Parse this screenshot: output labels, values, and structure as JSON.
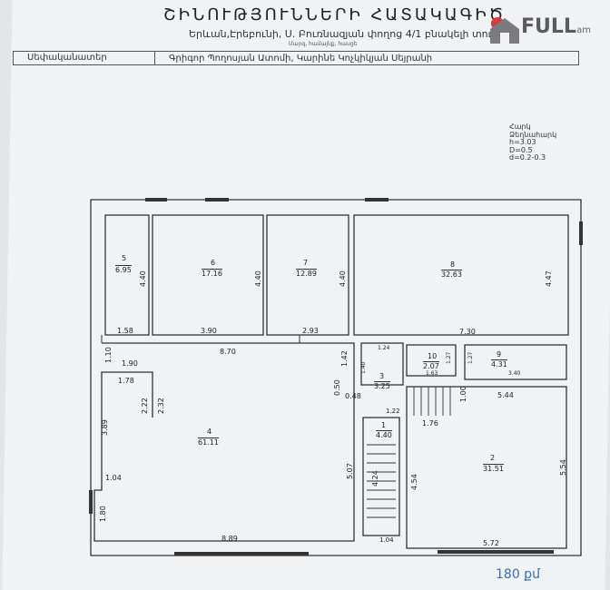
{
  "header": {
    "title": "ՇԻՆՈՒԹՅՈՒՆՆԵՐԻ ՀԱՏԱԿԱԳԻԾ",
    "address": "Երևան,Էրեբունի, Ս. Բուռնազյան փողոց 4/1 բնակելի տուն",
    "address_caption": "Մարզ, համայնք, հասցե"
  },
  "owner": {
    "label": "Սեփականատեր",
    "value": "Գրիգոր Պողոսյան Ատոմի, Կարինե Կոչկիկյան Սեյրանի"
  },
  "watermark": {
    "text": "FULL",
    "suffix": ".am"
  },
  "notes": {
    "lines": [
      "Հարկ",
      "Ձեղնահարկ",
      "h=3.03",
      "D=0.5",
      "d=0.2-0.3"
    ]
  },
  "rooms": [
    {
      "number": "5",
      "area": "6.95"
    },
    {
      "number": "6",
      "area": "17.16"
    },
    {
      "number": "7",
      "area": "12.89"
    },
    {
      "number": "8",
      "area": "32.63"
    },
    {
      "number": "10",
      "area": "2.07"
    },
    {
      "number": "9",
      "area": "4.31"
    },
    {
      "number": "3",
      "area": "3.25"
    },
    {
      "number": "4",
      "area": "61.11"
    },
    {
      "number": "1",
      "area": "4.40"
    },
    {
      "number": "2",
      "area": "31.51"
    }
  ],
  "dims": {
    "d_1_58": "1.58",
    "d_3_90": "3.90",
    "d_2_93": "2.93",
    "d_7_30": "7.30",
    "d_8_70": "8.70",
    "d_1_90": "1.90",
    "d_1_78": "1.78",
    "d_1_04a": "1.04",
    "d_8_89": "8.89",
    "d_1_24": "1.24",
    "d_1_63": "1.63",
    "d_3_40": "3.40",
    "d_5_44": "5.44",
    "d_0_48": "0.48",
    "d_1_22": "1.22",
    "d_1_76": "1.76",
    "d_1_04b": "1.04",
    "d_5_72": "5.72",
    "v_4_40a": "4.40",
    "v_4_40b": "4.40",
    "v_4_40c": "4.40",
    "v_4_47": "4.47",
    "v_1_10": "1.10",
    "v_2_22": "2.22",
    "v_2_32": "2.32",
    "v_3_89": "3.89",
    "v_1_80": "1.80",
    "v_5_07": "5.07",
    "v_1_42": "1.42",
    "v_1_40": "1.40",
    "v_0_50": "0.50",
    "v_1_27a": "1.27",
    "v_1_27b": "1.27",
    "v_1_00": "1.00",
    "v_4_24": "4.24",
    "v_4_54": "4.54",
    "v_5_54": "5.54"
  },
  "price": "180 քմ"
}
